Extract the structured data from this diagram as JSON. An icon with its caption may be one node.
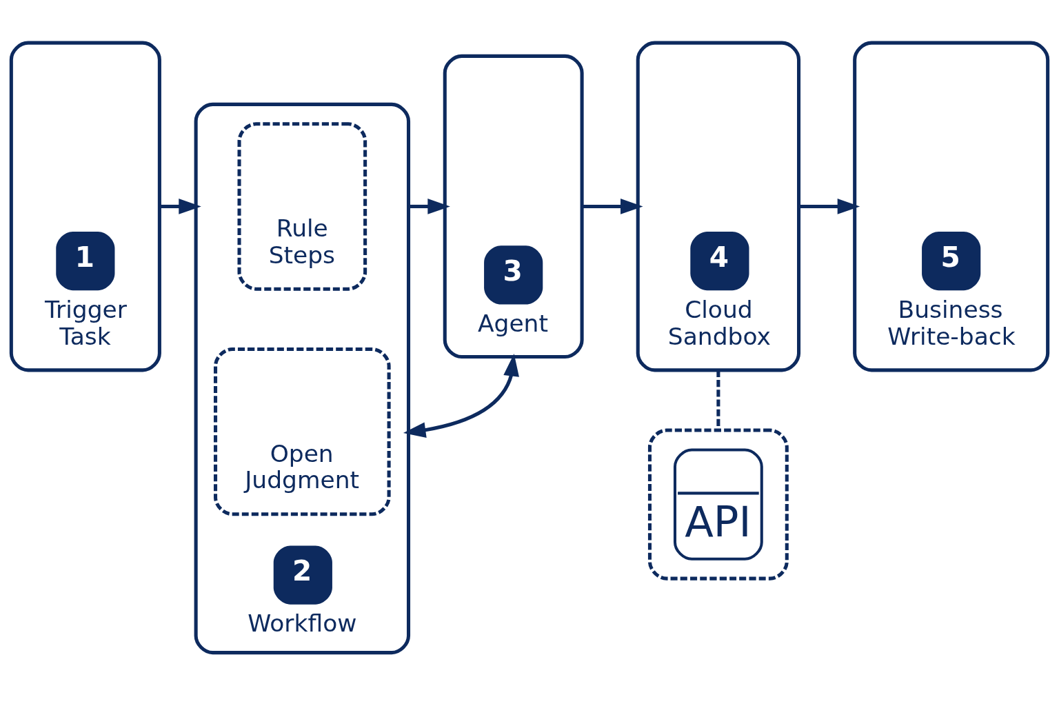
{
  "diagram": {
    "nodes": [
      {
        "text": [
          "1",
          "Trigger Task"
        ]
      },
      {
        "text": [
          "2",
          "Workflow"
        ]
      },
      {
        "text": [
          "Rule Steps"
        ],
        "in": 1
      },
      {
        "text": [
          "Open Judgment"
        ],
        "in": 1
      },
      {
        "text": [
          "3",
          "Agent"
        ]
      },
      {
        "text": [
          "4",
          "Cloud Sandbox"
        ]
      },
      {
        "text": [
          "5",
          "Business Write-back"
        ]
      },
      {
        "text": [
          "API"
        ]
      }
    ],
    "edges": [
      {
        "from": 0,
        "to": 1,
        "arrow": "to"
      },
      {
        "from": 1,
        "to": 4,
        "arrow": "to"
      },
      {
        "from": 4,
        "to": 5,
        "arrow": "to"
      },
      {
        "from": 5,
        "to": 6,
        "arrow": "to"
      },
      {
        "from": 4,
        "to": 1,
        "arrow": "both"
      },
      {
        "from": 5,
        "to": 7,
        "arrow": "none",
        "style": "dashed"
      }
    ]
  }
}
